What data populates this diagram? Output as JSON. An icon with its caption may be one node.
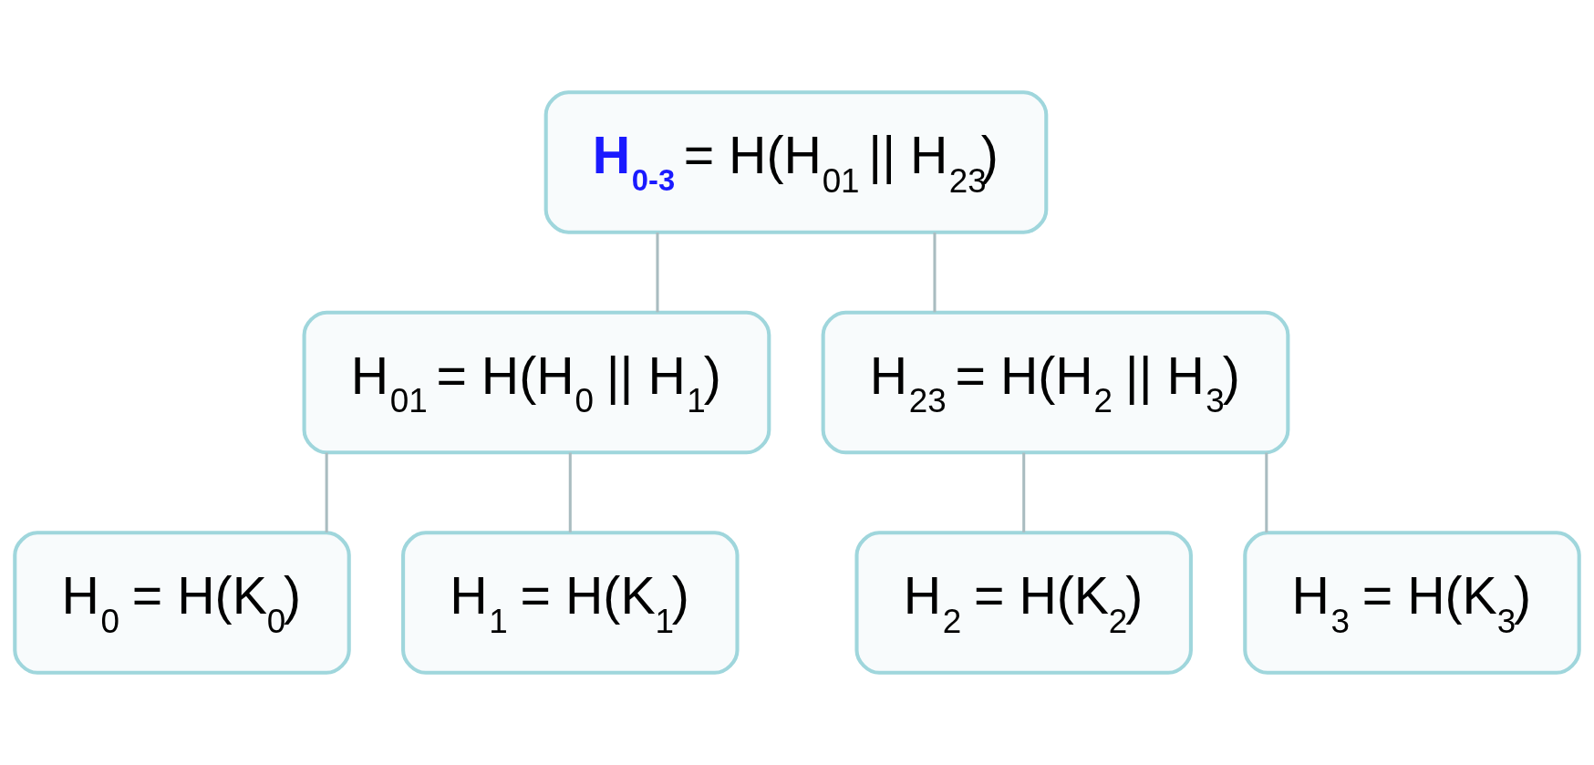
{
  "diagram": {
    "nodes": [
      {
        "text": [
          "**H$_{0-3}$** = H(H$_{01}$ || H$_{23}$)"
        ]
      },
      {
        "text": [
          "H$_{01}$ = H(H$_{0}$ || H$_{1}$)"
        ]
      },
      {
        "text": [
          "H$_{23}$ = H(H$_{2}$ || H$_{3}$)"
        ]
      },
      {
        "text": [
          "H$_{0}$ = H(K$_{0}$)"
        ]
      },
      {
        "text": [
          "H$_{1}$ = H(K$_{1}$)"
        ]
      },
      {
        "text": [
          "H$_{2}$ = H(K$_{2}$)"
        ]
      },
      {
        "text": [
          "H$_{3}$ = H(K$_{3}$)"
        ]
      }
    ],
    "edges": [
      {
        "from": 0,
        "to": 1,
        "arrow": "none"
      },
      {
        "from": 0,
        "to": 2,
        "arrow": "none"
      },
      {
        "from": 1,
        "to": 3,
        "arrow": "none"
      },
      {
        "from": 1,
        "to": 4,
        "arrow": "none"
      },
      {
        "from": 2,
        "to": 5,
        "arrow": "none"
      },
      {
        "from": 2,
        "to": 6,
        "arrow": "none"
      }
    ]
  }
}
